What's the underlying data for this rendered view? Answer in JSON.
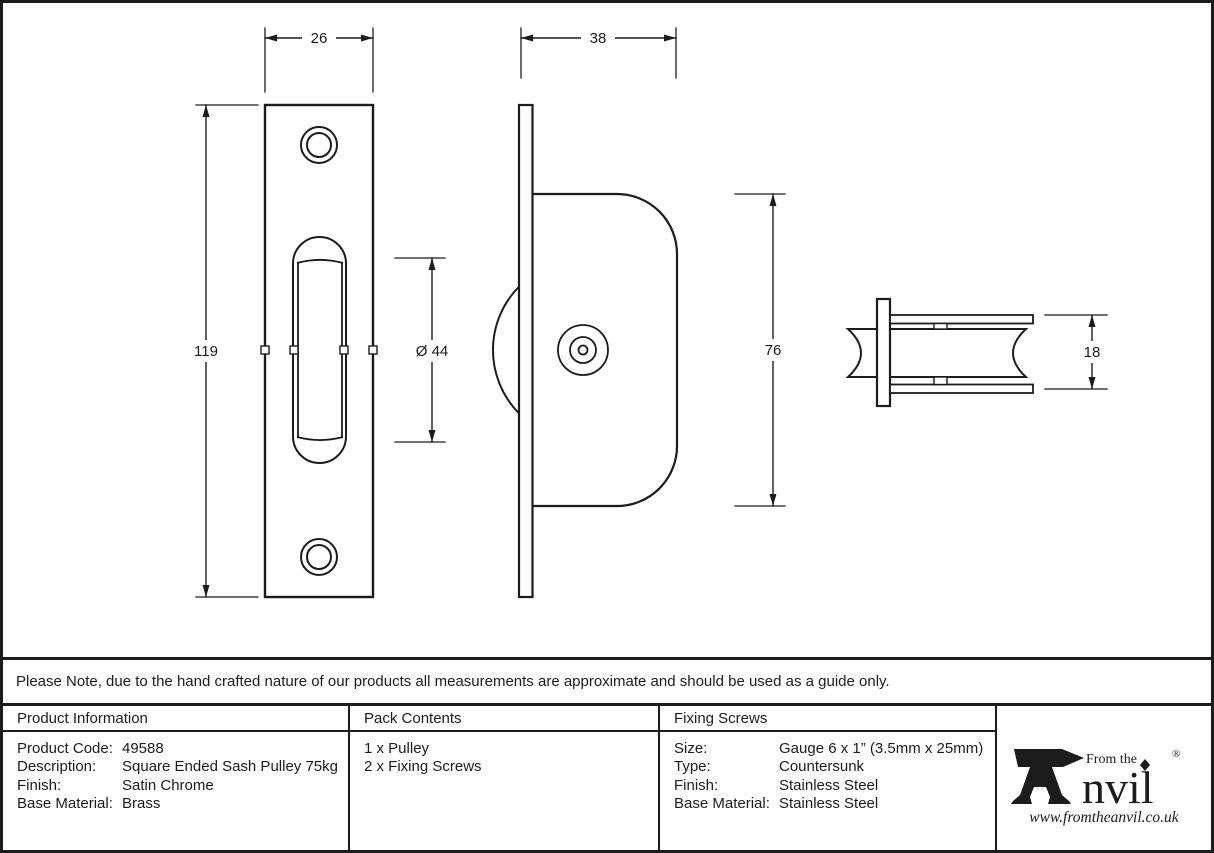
{
  "drawing": {
    "dimensions": {
      "front_width": "26",
      "side_width": "38",
      "front_height": "119",
      "wheel_diameter": "Ø 44",
      "housing_height": "76",
      "wheel_width": "18"
    }
  },
  "note": {
    "text": "Please Note, due to the hand crafted nature of our products all measurements are approximate and should be used as a guide only."
  },
  "table": {
    "product_information": {
      "title": "Product Information",
      "rows": [
        {
          "label": "Product Code:",
          "value": "49588"
        },
        {
          "label": "Description:",
          "value": "Square Ended Sash Pulley 75kg"
        },
        {
          "label": "Finish:",
          "value": "Satin Chrome"
        },
        {
          "label": "Base Material:",
          "value": "Brass"
        }
      ]
    },
    "pack_contents": {
      "title": "Pack Contents",
      "items": [
        "1 x Pulley",
        "2 x Fixing Screws"
      ]
    },
    "fixing_screws": {
      "title": "Fixing Screws",
      "rows": [
        {
          "label": "Size:",
          "value": "Gauge 6 x 1” (3.5mm x 25mm)"
        },
        {
          "label": "Type:",
          "value": "Countersunk"
        },
        {
          "label": "Finish:",
          "value": "Stainless Steel"
        },
        {
          "label": "Base Material:",
          "value": "Stainless Steel"
        }
      ]
    }
  },
  "logo": {
    "prefix": "From the",
    "name_rest": "nvil",
    "registered": "®",
    "url": "www.fromtheanvil.co.uk"
  },
  "colors": {
    "line": "#1c1c1c",
    "background": "#ffffff"
  }
}
